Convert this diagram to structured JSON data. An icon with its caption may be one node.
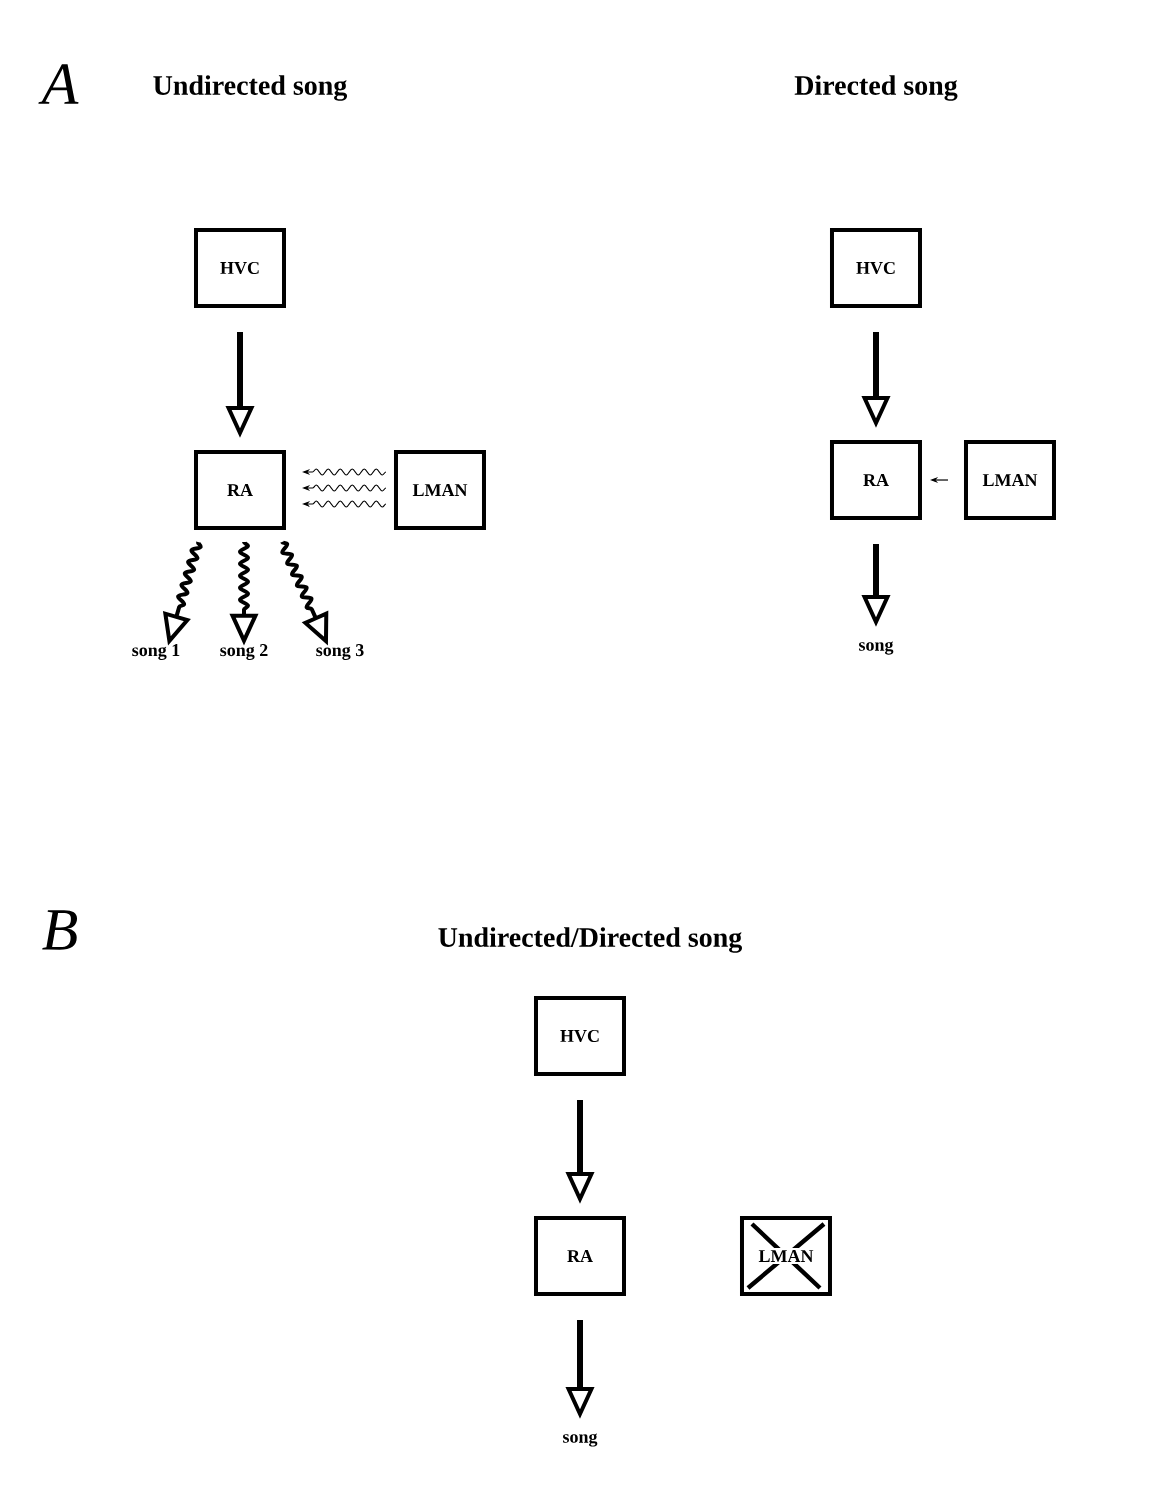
{
  "diagram": {
    "nodes": [
      {
        "text": [
          "HVC"
        ]
      },
      {
        "text": [
          "RA"
        ]
      },
      {
        "text": [
          "LMAN"
        ]
      },
      {
        "text": [
          "song 1"
        ]
      },
      {
        "text": [
          "song 2"
        ]
      },
      {
        "text": [
          "song 3"
        ]
      },
      {
        "text": [
          "HVC"
        ]
      },
      {
        "text": [
          "RA"
        ]
      },
      {
        "text": [
          "LMAN"
        ]
      },
      {
        "text": [
          "song"
        ]
      },
      {
        "text": [
          "HVC"
        ]
      },
      {
        "text": [
          "RA"
        ]
      },
      {
        "text": [
          "LMAN"
        ]
      },
      {
        "text": [
          "song"
        ]
      }
    ],
    "edges": [
      {
        "from": 0,
        "to": 1,
        "arrow": "to"
      },
      {
        "from": 1,
        "to": 3,
        "arrow": "to"
      },
      {
        "from": 1,
        "to": 4,
        "arrow": "to"
      },
      {
        "from": 1,
        "to": 5,
        "arrow": "to"
      },
      {
        "from": 2,
        "to": 1,
        "arrow": "to"
      },
      {
        "from": 2,
        "to": 1,
        "arrow": "to"
      },
      {
        "from": 2,
        "to": 1,
        "arrow": "to"
      },
      {
        "from": 6,
        "to": 7,
        "arrow": "to"
      },
      {
        "from": 8,
        "to": 7,
        "arrow": "to"
      },
      {
        "from": 7,
        "to": 9,
        "arrow": "to"
      },
      {
        "from": 10,
        "to": 11,
        "arrow": "to"
      },
      {
        "from": 11,
        "to": 13,
        "arrow": "to"
      }
    ],
    "labels": [
      "A",
      "Undirected song",
      "Directed song",
      "B",
      "Undirected/Directed song"
    ]
  }
}
